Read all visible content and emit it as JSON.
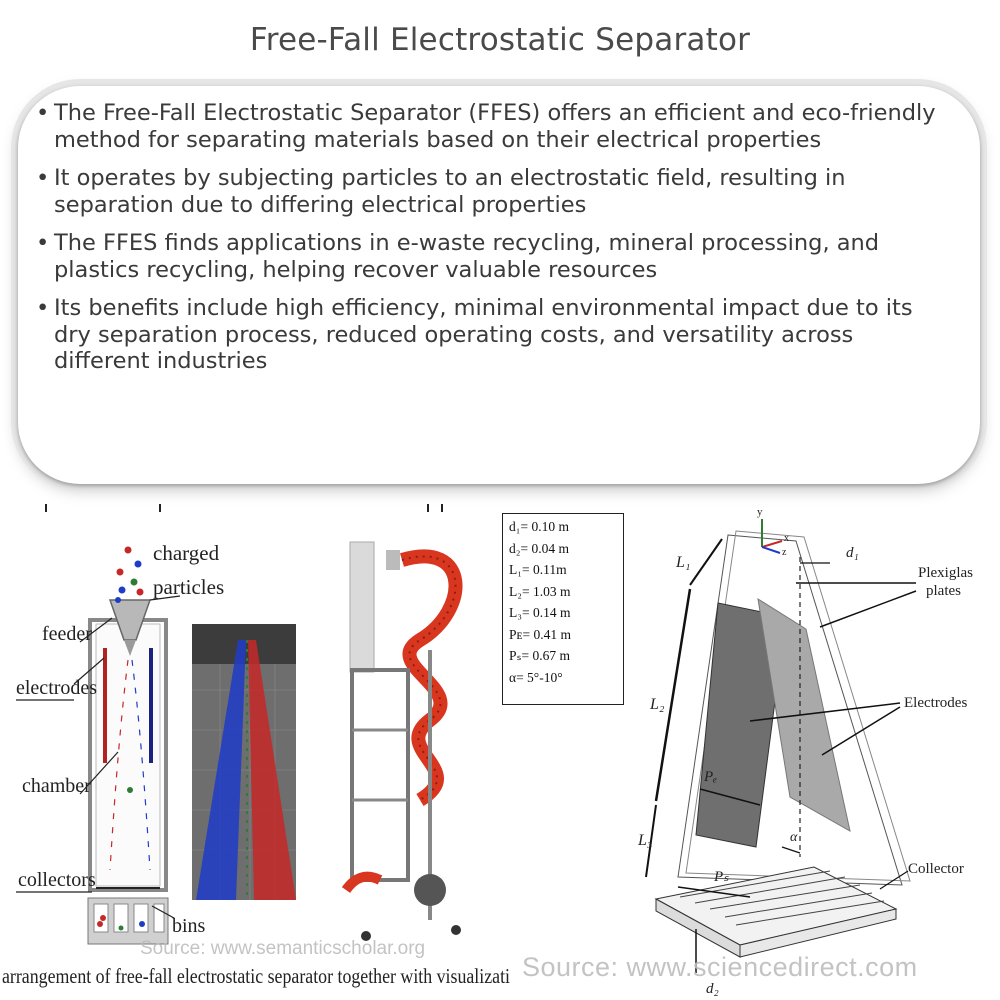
{
  "title": "Free-Fall Electrostatic Separator",
  "bullets": [
    "The Free-Fall Electrostatic Separator (FFES) offers an efficient and eco-friendly method for separating materials based on their electrical properties",
    "It operates by subjecting particles to an electrostatic field, resulting in separation due to differing electrical properties",
    "The FFES finds applications in e-waste recycling, mineral processing, and plastics recycling, helping recover valuable resources",
    "Its benefits include high efficiency, minimal environmental impact due to its dry separation process, reduced operating costs, and versatility across different industries"
  ],
  "figure_left": {
    "labels": {
      "charged_particles_1": "charged",
      "charged_particles_2": "particles",
      "feeder": "feeder",
      "electrodes": "electrodes",
      "chamber": "chamber",
      "collectors": "collectors",
      "bins": "bins"
    },
    "caption": "arrangement of free-fall electrostatic separator together with visualizati",
    "source": "Source: www.semanticscholar.org"
  },
  "figure_right": {
    "parameters": [
      "d₁= 0.10 m",
      "d₂= 0.04 m",
      "L₁= 0.11m",
      "L₂= 1.03 m",
      "L₃= 0.14 m",
      "Pᴇ= 0.41 m",
      "Pₛ= 0.67 m",
      "α= 5°-10°"
    ],
    "labels": {
      "plexiglas_1": "Plexiglas",
      "plexiglas_2": "plates",
      "electrodes": "Electrodes",
      "collector": "Collector",
      "L1": "L₁",
      "L2": "L₂",
      "L3": "L₃",
      "Pe": "Pₑ",
      "Ps": "Pₛ",
      "d1": "d₁",
      "d2": "d₂",
      "alpha": "α",
      "axis_y": "y",
      "axis_x": "x",
      "axis_z": "z"
    },
    "source": "Source: www.sciencedirect.com"
  },
  "colors": {
    "positive": "#c62828",
    "negative": "#1e3cc8",
    "hose": "#d8361f",
    "card_border": "#e6e6e6"
  }
}
